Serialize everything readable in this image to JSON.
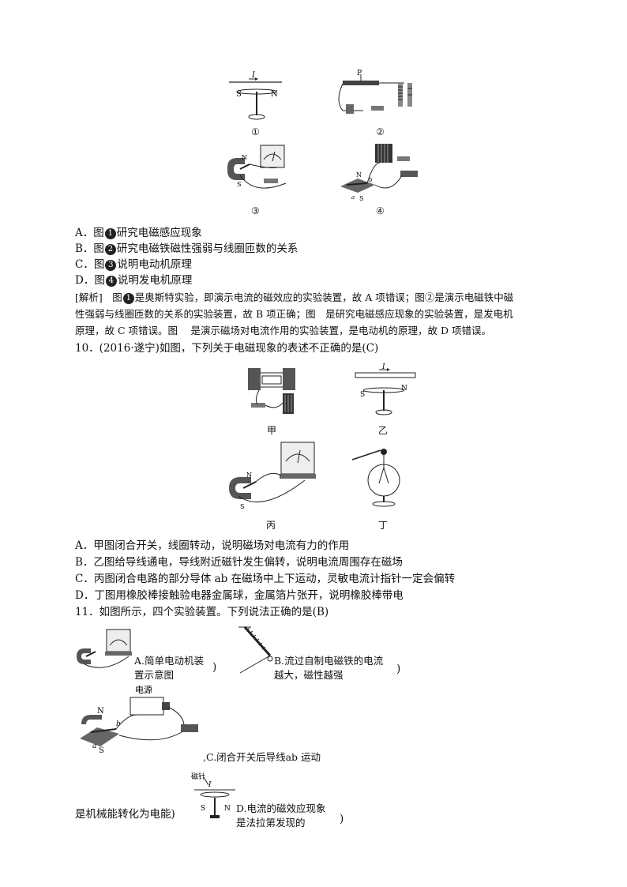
{
  "q9": {
    "fig_captions": [
      "①",
      "②",
      "③",
      "④"
    ],
    "labels": {
      "I": "I",
      "S": "S",
      "N": "N",
      "P": "P",
      "a": "a",
      "b": "b"
    },
    "options": [
      {
        "prefix": "A．图",
        "num": "1",
        "text": "研究电磁感应现象"
      },
      {
        "prefix": "B．图",
        "num": "2",
        "text": "研究电磁铁磁性强弱与线圈匝数的关系"
      },
      {
        "prefix": "C．图",
        "num": "3",
        "text": "说明电动机原理"
      },
      {
        "prefix": "D．图",
        "num": "4",
        "text": "说明发电机原理"
      }
    ],
    "analysis": {
      "line1_a": "[解析]　图",
      "line1_num1": "1",
      "line1_b": "是奥斯特实验，即演示电流的磁效应的实验装置，故 A 项错误；图②是演示电磁铁中磁",
      "line2": "性强弱与线圈匝数的关系的实验装置，故 B 项正确；图　是研究电磁感应现象的实验装置，是发电机",
      "line3": "原理，故 C 项错误。图　 是演示磁场对电流作用的实验装置，是电动机的原理，故 D 项错误。"
    }
  },
  "q10": {
    "stem": "10．(2016·遂宁)如图，下列关于电磁现象的表述不正确的是(C)",
    "fig_captions": [
      "甲",
      "乙",
      "丙",
      "丁"
    ],
    "options": [
      "A．甲图闭合开关，线圈转动，说明磁场对电流有力的作用",
      "B．乙图给导线通电，导线附近磁针发生偏转，说明电流周围存在磁场",
      "C．丙图闭合电路的部分导体 ab 在磁场中上下运动，灵敏电流计指针一定会偏转",
      "D．丁图用橡胶棒接触验电器金属球，金属箔片张开，说明橡胶棒带电"
    ]
  },
  "q11": {
    "stem": "11．如图所示，四个实验装置。下列说法正确的是(B)",
    "optA_1": "A.简单电动机装",
    "optA_2": "置示意图",
    "optB_1": "B.流过自制电磁铁的电流",
    "optB_2": "越大，磁性越强",
    "power_label": "电源",
    "optC": ",C.闭合开关后导线ab 运动",
    "optC_cont": "是机械能转化为电能)",
    "needle_label": "磁针",
    "optD_1": "D.电流的磁效应现象",
    "optD_2": "是法拉第发现的"
  }
}
